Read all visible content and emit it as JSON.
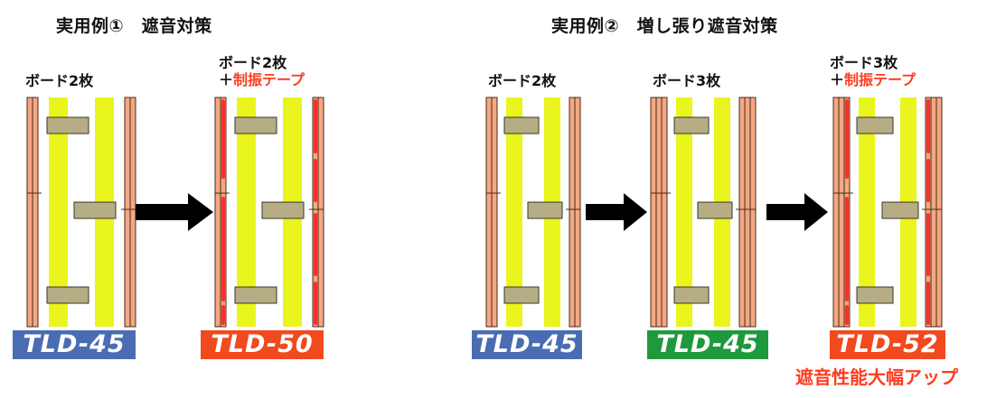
{
  "colors": {
    "board": "#f3a883",
    "board_edge": "#4a2a1a",
    "insulation": "#e9f51c",
    "stud": "#b7ad84",
    "stud_edge": "#3a3628",
    "damping_tape": "#ff2d2d",
    "arrow": "#000000",
    "badge_blue": "#4a6cb3",
    "badge_red": "#f04a1e",
    "badge_green": "#1e9a3c",
    "accent_text": "#ff3b1f"
  },
  "sections": [
    {
      "title": "実用例①　遮音対策"
    },
    {
      "title": "実用例②　増し張り遮音対策"
    }
  ],
  "walls": [
    {
      "label_line1": "ボード2枚",
      "label_line2": "",
      "label_line2_accent": "",
      "rating": "TLD-45",
      "badge_color": "badge_blue",
      "boards": 2,
      "tape": false
    },
    {
      "label_line1": "ボード2枚",
      "label_line2": "＋",
      "label_line2_accent": "制振テープ",
      "rating": "TLD-50",
      "badge_color": "badge_red",
      "boards": 2,
      "tape": true
    },
    {
      "label_line1": "ボード2枚",
      "label_line2": "",
      "label_line2_accent": "",
      "rating": "TLD-45",
      "badge_color": "badge_blue",
      "boards": 2,
      "tape": false
    },
    {
      "label_line1": "ボード3枚",
      "label_line2": "",
      "label_line2_accent": "",
      "rating": "TLD-45",
      "badge_color": "badge_green",
      "boards": 3,
      "tape": false
    },
    {
      "label_line1": "ボード3枚",
      "label_line2": "＋",
      "label_line2_accent": "制振テープ",
      "rating": "TLD-52",
      "badge_color": "badge_red",
      "boards": 3,
      "tape": true
    }
  ],
  "performance_note": "遮音性能大幅アップ"
}
